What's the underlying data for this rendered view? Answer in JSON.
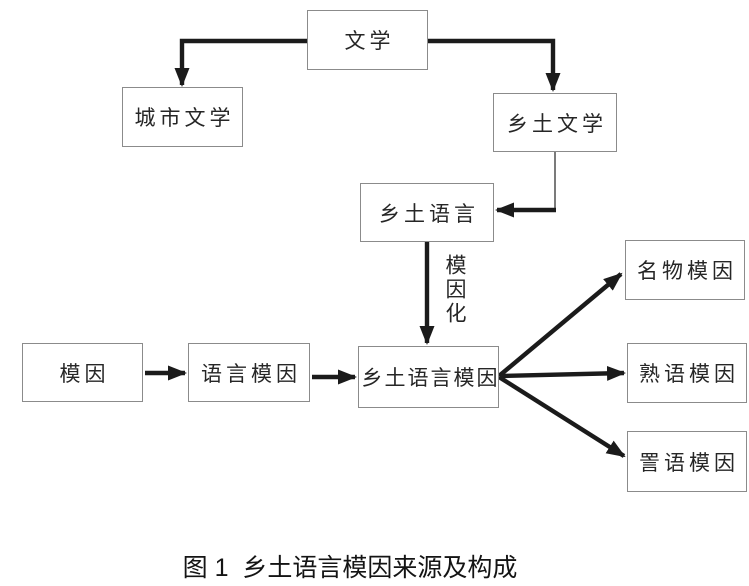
{
  "diagram": {
    "caption": "图 1  乡土语言模因来源及构成",
    "nodes": [
      {
        "id": "literature",
        "label": "文学"
      },
      {
        "id": "urban-literature",
        "label": "城市文学"
      },
      {
        "id": "rural-literature",
        "label": "乡土文学"
      },
      {
        "id": "rural-language",
        "label": "乡土语言"
      },
      {
        "id": "meme",
        "label": "模因"
      },
      {
        "id": "language-meme",
        "label": "语言模因"
      },
      {
        "id": "rural-language-meme",
        "label": "乡土语言模因"
      },
      {
        "id": "named-object-meme",
        "label": "名物模因"
      },
      {
        "id": "idiom-meme",
        "label": "熟语模因"
      },
      {
        "id": "swear-word-meme",
        "label": "詈语模因"
      }
    ],
    "edge_labels": [
      {
        "id": "memeization",
        "text": "模因化"
      }
    ],
    "theme": {
      "arrow_color": "#1b1b1b",
      "box_border_color": "#8b8b8b",
      "text_color": "#262626",
      "background": "#ffffff"
    }
  }
}
